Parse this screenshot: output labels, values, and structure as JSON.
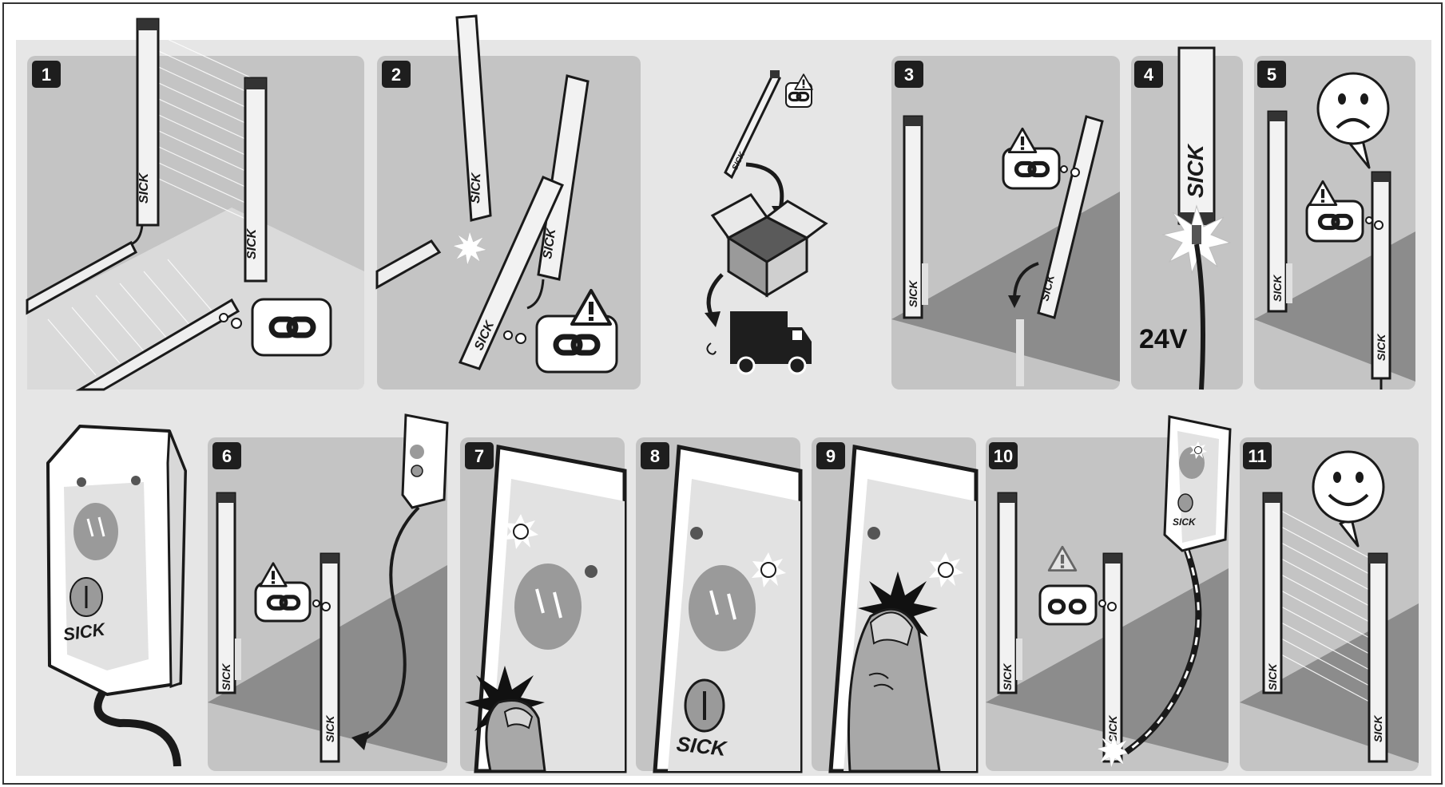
{
  "steps": [
    {
      "number": "1"
    },
    {
      "number": "2"
    },
    {
      "number": "3"
    },
    {
      "number": "4"
    },
    {
      "number": "5"
    },
    {
      "number": "6"
    },
    {
      "number": "7"
    },
    {
      "number": "8"
    },
    {
      "number": "9"
    },
    {
      "number": "10"
    },
    {
      "number": "11"
    }
  ],
  "brand_label": "SICK",
  "voltage_label": "24V",
  "icons": [
    "chain-link-icon",
    "warning-icon",
    "box-icon",
    "truck-icon",
    "sad-face-icon",
    "smiley-face-icon",
    "flash-icon"
  ],
  "colors": {
    "frame": "#e6e6e6",
    "panel": "#c4c4c4",
    "floor": "#8c8c8c",
    "badge": "#1e1e1e",
    "outline": "#1a1a1a"
  }
}
